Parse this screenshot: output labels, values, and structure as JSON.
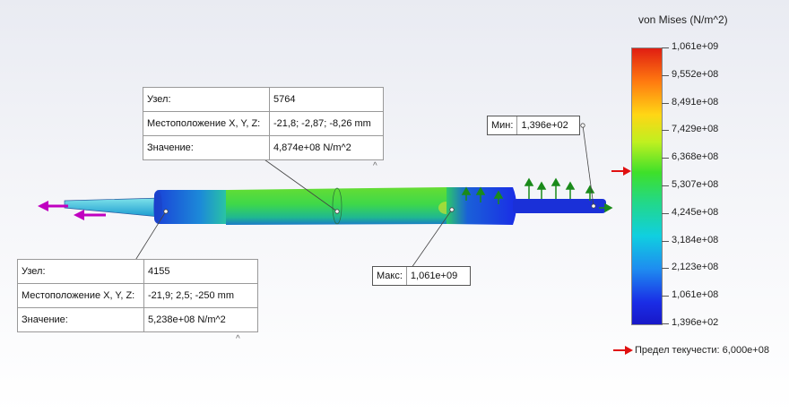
{
  "probes": {
    "top": {
      "node_label": "Узел:",
      "node_value": "5764",
      "location_label": "Местоположение X, Y, Z:",
      "location_value": "-21,8; -2,87; -8,26 mm",
      "value_label": "Значение:",
      "value_value": "4,874e+08 N/m^2"
    },
    "bottom": {
      "node_label": "Узел:",
      "node_value": "4155",
      "location_label": "Местоположение X, Y, Z:",
      "location_value": "-21,9; 2,5; -250 mm",
      "value_label": "Значение:",
      "value_value": "5,238e+08 N/m^2"
    },
    "caret_glyph": "^"
  },
  "min_tag": {
    "label": "Мин:",
    "value": "1,396e+02"
  },
  "max_tag": {
    "label": "Макс:",
    "value": "1,061e+09"
  },
  "legend": {
    "title": "von Mises (N/m^2)",
    "labels": [
      "1,061e+09",
      "9,552e+08",
      "8,491e+08",
      "7,429e+08",
      "6,368e+08",
      "5,307e+08",
      "4,245e+08",
      "3,184e+08",
      "2,123e+08",
      "1,061e+08",
      "1,396e+02"
    ],
    "yield_label": "Предел текучести: 6,000e+08",
    "yield_arrow_color": "#e01010"
  },
  "colors": {
    "load_arrow": "#c000c0",
    "fixture_arrow": "#1a8a1a"
  },
  "icons": {
    "load": "force-arrow-icon",
    "fixture": "fixture-arrow-icon",
    "yield": "yield-arrow-icon"
  }
}
